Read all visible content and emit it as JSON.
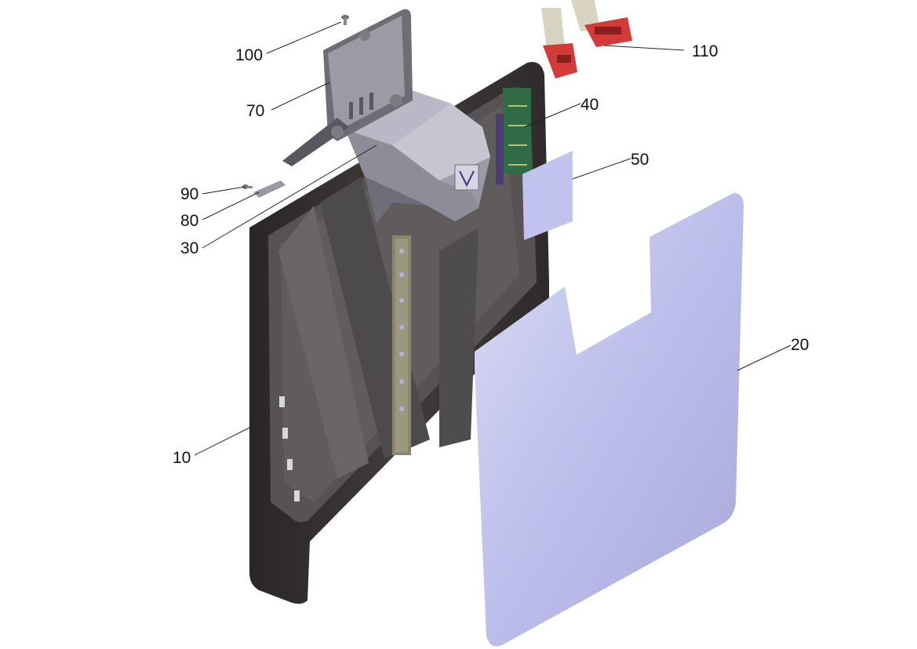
{
  "diagram": {
    "parts": [
      {
        "id": "p10",
        "label": "10"
      },
      {
        "id": "p20",
        "label": "20"
      },
      {
        "id": "p30",
        "label": "30"
      },
      {
        "id": "p40",
        "label": "40"
      },
      {
        "id": "p50",
        "label": "50"
      },
      {
        "id": "p70",
        "label": "70"
      },
      {
        "id": "p80",
        "label": "80"
      },
      {
        "id": "p90",
        "label": "90"
      },
      {
        "id": "p100",
        "label": "100"
      },
      {
        "id": "p110",
        "label": "110"
      }
    ]
  },
  "colors": {
    "frame": "#3b3536",
    "tray": "#545152",
    "bracket": "#8a8a92",
    "head": "#a9a8b4",
    "panel": "#bcbde8",
    "pad": "#c2c2ee",
    "board": "#2f6b45",
    "connector": "#d23b38",
    "ribbon": "#d9d4c2"
  }
}
